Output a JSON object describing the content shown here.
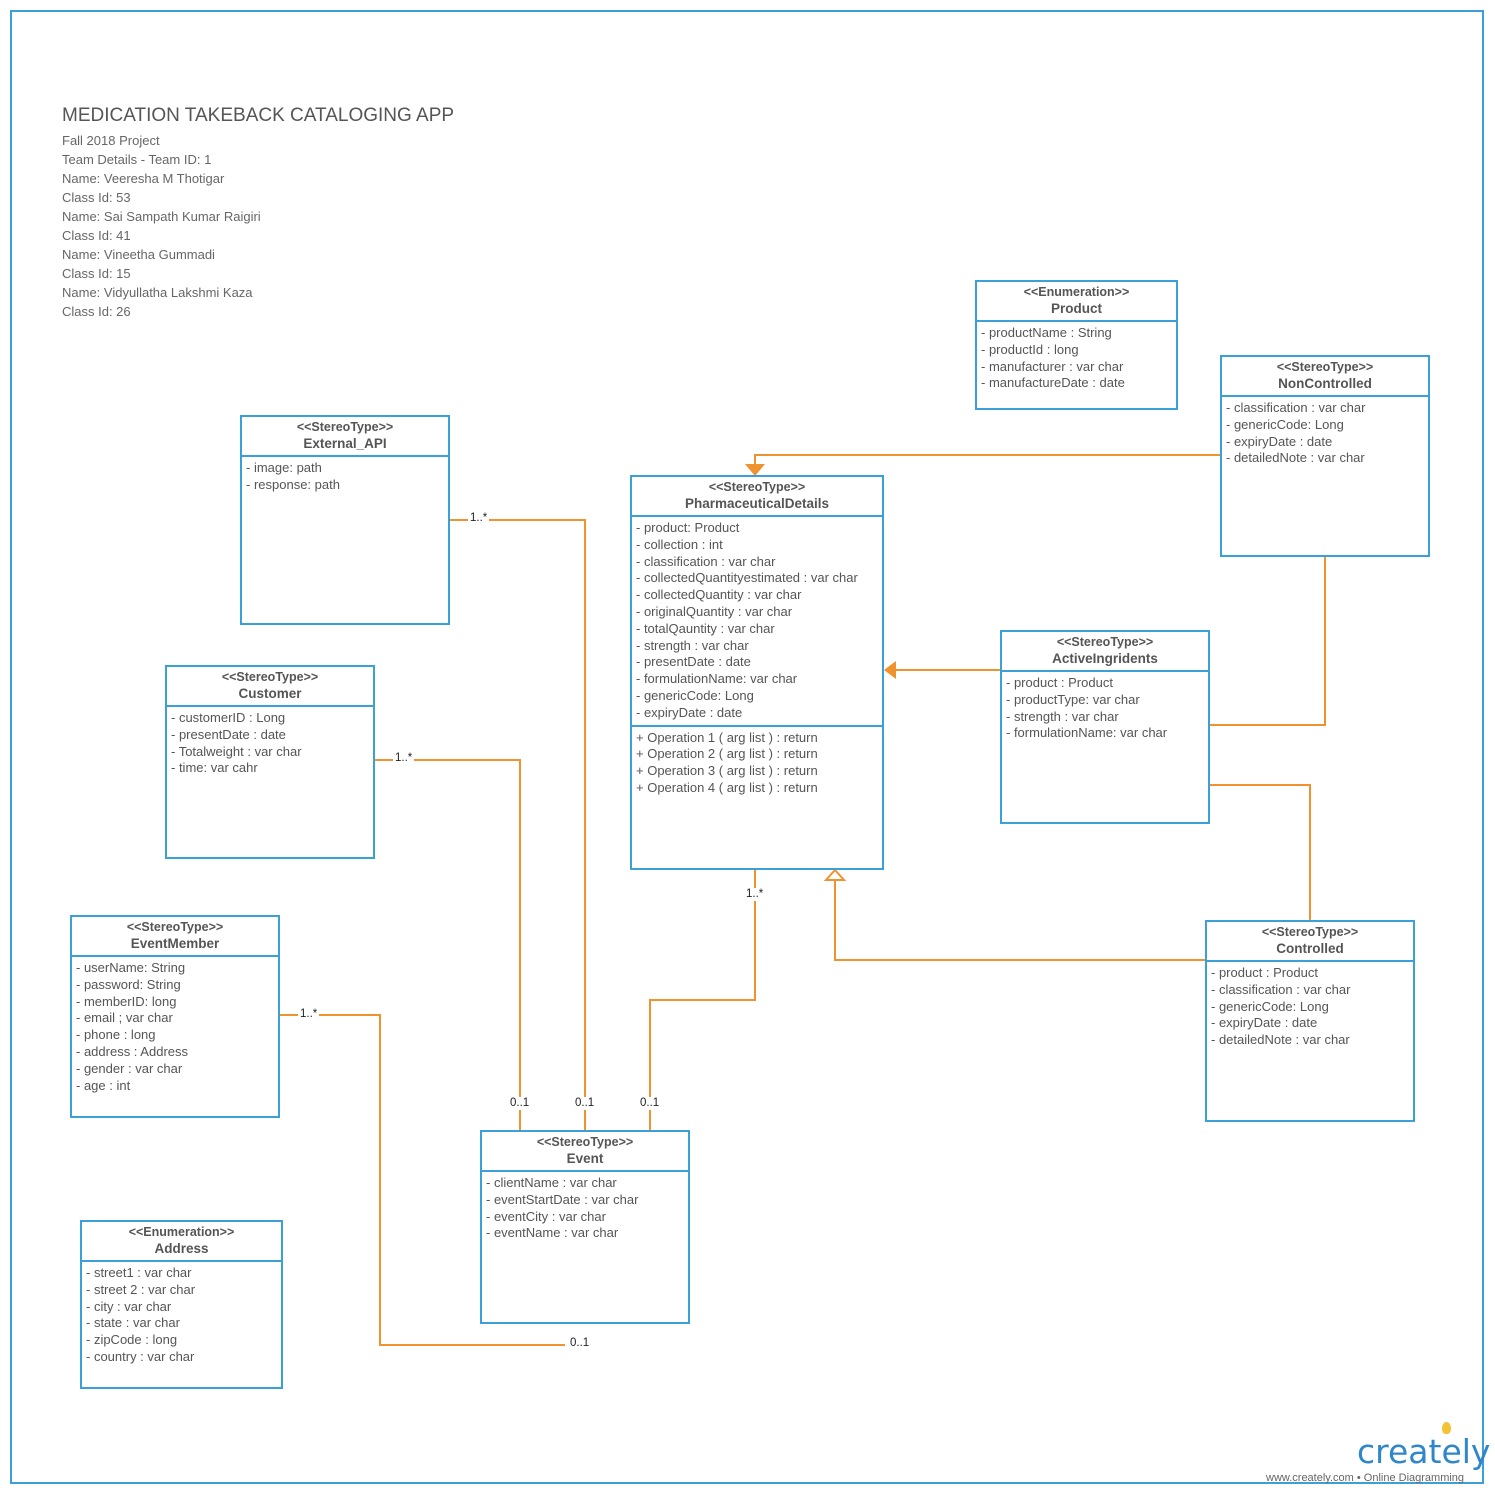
{
  "header": {
    "title": "MEDICATION TAKEBACK CATALOGING APP",
    "lines": [
      "Fall 2018 Project",
      "Team Details - Team ID: 1",
      "Name: Veeresha M Thotigar",
      "Class Id: 53",
      "Name: Sai Sampath Kumar Raigiri",
      "Class Id: 41",
      "Name: Vineetha Gummadi",
      "Class Id: 15",
      "Name: Vidyullatha Lakshmi Kaza",
      "Class Id: 26"
    ]
  },
  "classes": {
    "product": {
      "stereotype": "<<Enumeration>>",
      "name": "Product",
      "attributes": [
        "- productName : String",
        "- productId : long",
        "- manufacturer : var char",
        "- manufactureDate : date"
      ]
    },
    "noncontrolled": {
      "stereotype": "<<StereoType>>",
      "name": "NonControlled",
      "attributes": [
        "- classification : var char",
        "- genericCode: Long",
        "- expiryDate : date",
        "- detailedNote : var char"
      ]
    },
    "external_api": {
      "stereotype": "<<StereoType>>",
      "name": "External_API",
      "attributes": [
        "- image: path",
        "- response: path"
      ]
    },
    "pharma": {
      "stereotype": "<<StereoType>>",
      "name": "PharmaceuticalDetails",
      "attributes": [
        "- product: Product",
        "- collection : int",
        "- classification : var char",
        "- collectedQuantityestimated : var char",
        "- collectedQuantity : var char",
        "- originalQuantity : var char",
        "- totalQauntity : var char",
        "- strength : var char",
        "- presentDate : date",
        "- formulationName: var char",
        "- genericCode: Long",
        "- expiryDate : date"
      ],
      "operations": [
        "+ Operation 1 ( arg list ) : return",
        "+ Operation 2 ( arg list ) : return",
        "+ Operation 3 ( arg list ) : return",
        "+ Operation 4 ( arg list ) : return"
      ]
    },
    "customer": {
      "stereotype": "<<StereoType>>",
      "name": "Customer",
      "attributes": [
        "- customerID : Long",
        "- presentDate : date",
        "- Totalweight : var char",
        "- time: var cahr"
      ]
    },
    "active": {
      "stereotype": "<<StereoType>>",
      "name": "ActiveIngridents",
      "attributes": [
        "- product : Product",
        "- productType: var char",
        "- strength : var char",
        "- formulationName: var char"
      ]
    },
    "eventmember": {
      "stereotype": "<<StereoType>>",
      "name": "EventMember",
      "attributes": [
        "- userName: String",
        "- password: String",
        "- memberID: long",
        "- email ; var char",
        "- phone : long",
        "- address : Address",
        "- gender :  var char",
        "- age : int"
      ]
    },
    "controlled": {
      "stereotype": "<<StereoType>>",
      "name": "Controlled",
      "attributes": [
        "- product : Product",
        "- classification : var char",
        "- genericCode: Long",
        "- expiryDate : date",
        "- detailedNote : var char"
      ]
    },
    "event": {
      "stereotype": "<<StereoType>>",
      "name": "Event",
      "attributes": [
        "-  clientName : var char",
        "-  eventStartDate : var char",
        "-  eventCity : var char",
        "-  eventName : var char"
      ]
    },
    "address": {
      "stereotype": "<<Enumeration>>",
      "name": "Address",
      "attributes": [
        "- street1 : var char",
        "- street 2 : var char",
        "- city : var char",
        "- state : var char",
        "- zipCode : long",
        "- country : var char"
      ]
    }
  },
  "multiplicities": {
    "external_one_many": "1..*",
    "customer_one_many": "1..*",
    "eventmember_one_many": "1..*",
    "pharma_one_many": "1..*",
    "event_customer": "0..1",
    "event_external": "0..1",
    "event_pharma": "0..1",
    "event_member": "0..1"
  },
  "branding": {
    "logo": "creately",
    "footer": "www.creately.com • Online Diagramming"
  },
  "colors": {
    "box_border": "#3ca0d8",
    "connector": "#f0922e",
    "logo": "#2f86c9"
  }
}
